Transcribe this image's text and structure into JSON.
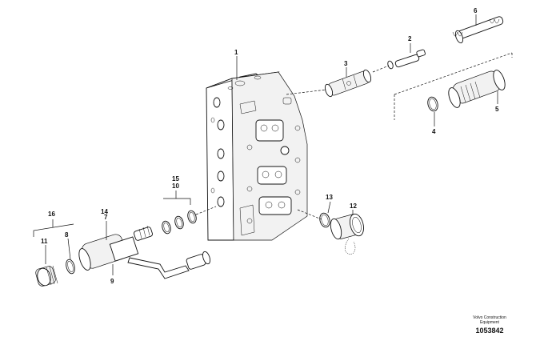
{
  "callouts": [
    "1",
    "2",
    "3",
    "4",
    "5",
    "6",
    "7",
    "8",
    "9",
    "10",
    "11",
    "12",
    "13",
    "14",
    "15",
    "16"
  ],
  "footer": {
    "manufacturer_line1": "Volvo Construction",
    "manufacturer_line2": "Equipment",
    "doc_number": "1053842"
  }
}
